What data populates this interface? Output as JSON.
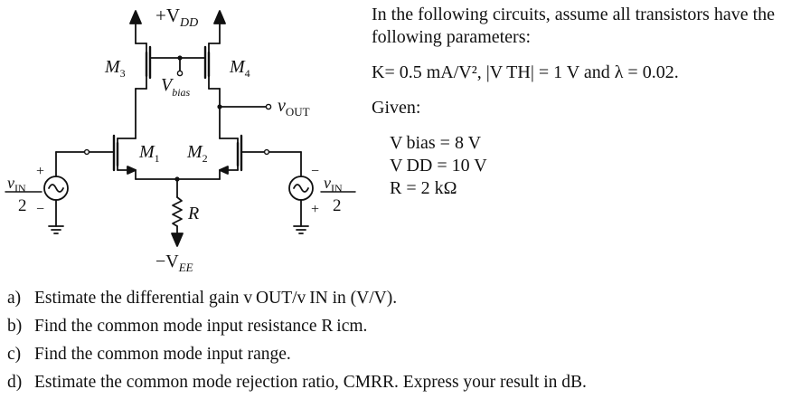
{
  "circuit": {
    "vdd": "+V",
    "vdd_sub": "DD",
    "vbias": "V",
    "vbias_sub": "bias",
    "vout": "v",
    "vout_sub": "OUT",
    "vee": "−V",
    "vee_sub": "EE",
    "m1": "M",
    "m1_sub": "1",
    "m2": "M",
    "m2_sub": "2",
    "m3": "M",
    "m3_sub": "3",
    "m4": "M",
    "m4_sub": "4",
    "resistor": "R",
    "left_source": {
      "plus": "+",
      "minus": "−",
      "num": "v",
      "num_sub": "IN",
      "den": "2"
    },
    "right_source": {
      "plus": "+",
      "minus": "−",
      "num": "v",
      "num_sub": "IN",
      "den": "2"
    }
  },
  "params": {
    "intro": "In the following circuits, assume all transistors have the following parameters:",
    "k_line": "K= 0.5 mA/V², |V TH| = 1 V and λ = 0.02.",
    "given": "Given:",
    "vbias": "V bias = 8 V",
    "vdd": "V DD = 10 V",
    "r": "R = 2 kΩ"
  },
  "questions": [
    {
      "label": "a)",
      "text": "Estimate the differential gain v OUT/v IN in (V/V)."
    },
    {
      "label": "b)",
      "text": "Find the common mode input resistance R icm."
    },
    {
      "label": "c)",
      "text": "Find the common mode input range."
    },
    {
      "label": "d)",
      "text": "Estimate the common mode rejection ratio, CMRR. Express your result in dB."
    }
  ]
}
